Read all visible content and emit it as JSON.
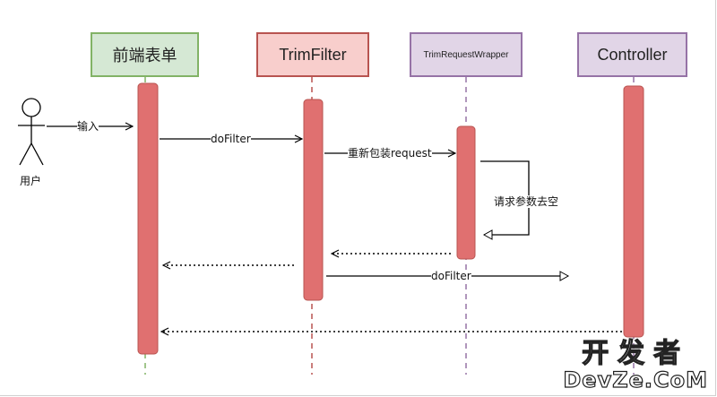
{
  "participants": [
    {
      "label": "前端表单"
    },
    {
      "label": "TrimFilter"
    },
    {
      "label": "TrimRequestWrapper"
    },
    {
      "label": "Controller"
    }
  ],
  "actor": {
    "label": "用户"
  },
  "messages": [
    {
      "label": "输入"
    },
    {
      "label": "doFilter"
    },
    {
      "label": "重新包装request"
    },
    {
      "label": "请求参数去空"
    },
    {
      "label": "doFilter"
    }
  ],
  "watermark": {
    "line1": "开发者",
    "line2": "DevZe.CoM"
  },
  "colors": {
    "green_fill": "#d5e8d4",
    "green_border": "#82b366",
    "red_fill": "#f8cecc",
    "red_border": "#b85450",
    "purple_fill": "#e1d5e7",
    "purple_border": "#9673a6",
    "activation": "#e07070"
  }
}
